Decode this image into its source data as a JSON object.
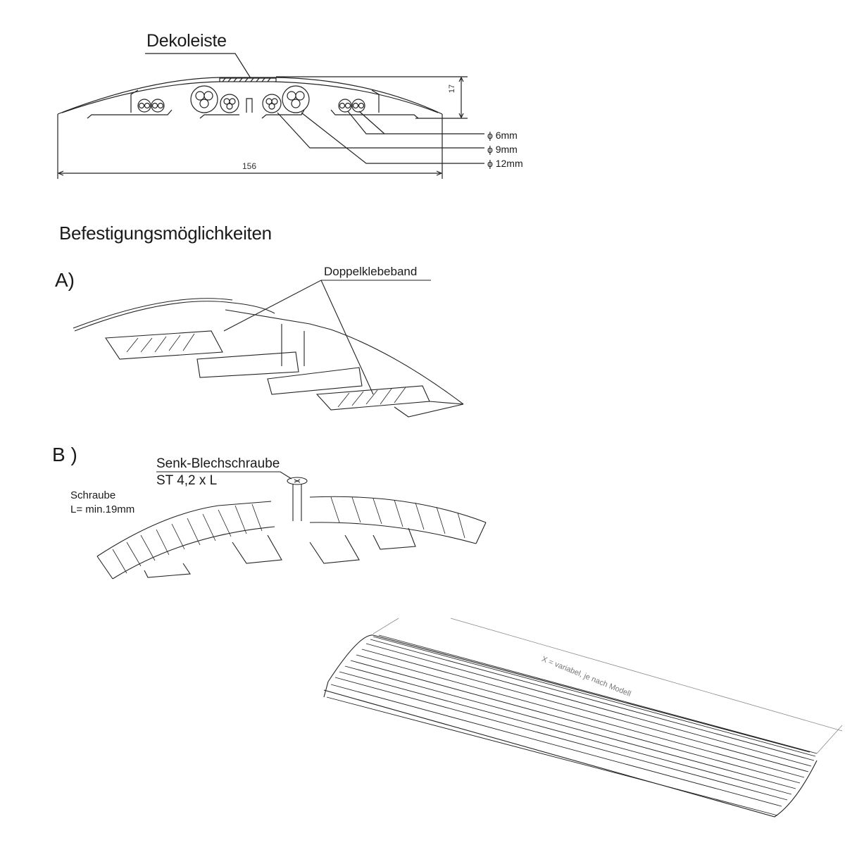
{
  "cross_section": {
    "title": "Dekoleiste",
    "height_dimension": "17",
    "width_dimension": "156",
    "cable_diameters": [
      "ϕ 6mm",
      "ϕ 9mm",
      "ϕ 12mm"
    ]
  },
  "mounting": {
    "section_title": "Befestigungsmöglichkeiten",
    "option_a": {
      "label": "A)",
      "callout": "Doppelklebeband"
    },
    "option_b": {
      "label": "B )",
      "callout_line1": "Senk-Blechschraube",
      "callout_line2": "ST 4,2 x L",
      "note_line1": "Schraube",
      "note_line2": "L= min.19mm"
    }
  },
  "perspective_view": {
    "length_label": "X = variabel, je nach Modell"
  },
  "colors": {
    "line": "#1a1a1a",
    "background": "#ffffff",
    "dimension_text": "#777777"
  }
}
